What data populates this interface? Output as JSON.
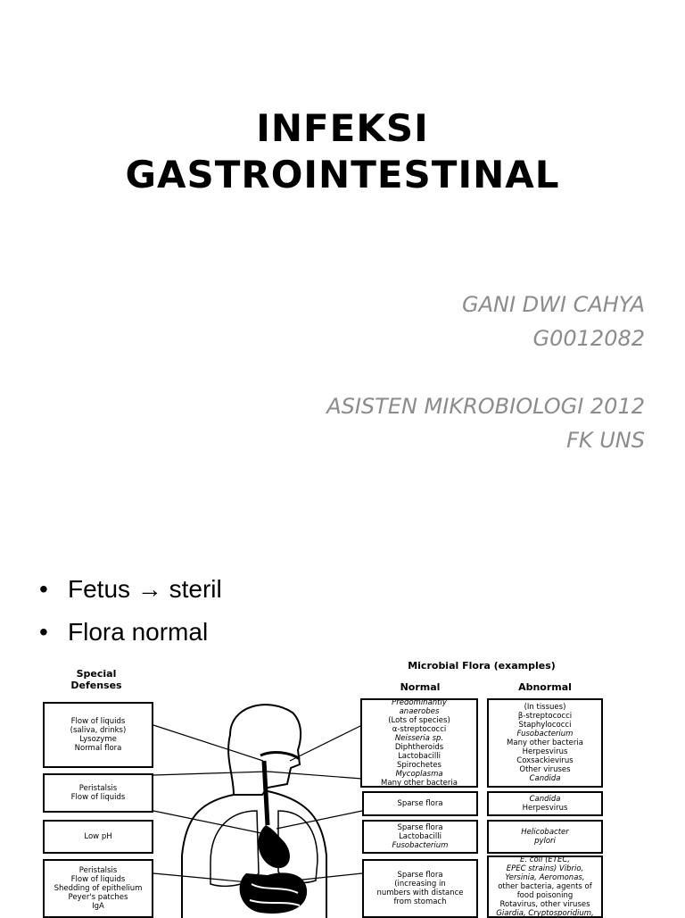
{
  "slide1": {
    "title_lines": [
      "INFEKSI",
      "GASTROINTESTINAL"
    ],
    "subtitle_lines": [
      "GANI DWI CAHYA",
      "G0012082",
      "ASISTEN MIKROBIOLOGI 2012",
      "FK UNS"
    ]
  },
  "slide2": {
    "bullets": [
      "Fetus → steril",
      "Flora normal"
    ],
    "figure": {
      "col_headers": {
        "defenses": [
          "Special",
          "Defenses"
        ],
        "flora": "Microbial Flora (examples)",
        "normal": "Normal",
        "abnormal": "Abnormal"
      },
      "defenses": [
        [
          "Flow of liquids",
          "(saliva, drinks)",
          "Lysozyme",
          "Normal flora"
        ],
        [
          "Peristalsis",
          "Flow of liquids"
        ],
        [
          "Low pH"
        ],
        [
          "Peristalsis",
          "Flow of liquids",
          "Shedding of epithelium",
          "Peyer's patches",
          "IgA"
        ]
      ],
      "normal": [
        [
          "Predominantly",
          "anaerobes",
          "(Lots of species)",
          "α-streptococci",
          "Neisseria sp.",
          "Diphtheroids",
          "Lactobacilli",
          "Spirochetes",
          "Mycoplasma",
          "Many other bacteria"
        ],
        [
          "Sparse flora"
        ],
        [
          "Sparse flora",
          "Lactobacilli",
          "Fusobacterium"
        ],
        [
          "Sparse flora",
          "(increasing in",
          "numbers with distance",
          "from stomach"
        ]
      ],
      "abnormal": [
        [
          "(In tissues)",
          "β-streptococci",
          "Staphylococci",
          "Fusobacterium",
          "Many other bacteria",
          "Herpesvirus",
          "Coxsackievirus",
          "Other viruses",
          "Candida"
        ],
        [
          "Candida",
          "Herpesvirus"
        ],
        [
          "Helicobacter",
          "pylori"
        ],
        [
          "E. coli (ETEC,",
          "EPEC strains) Vibrio,",
          "Yersinia, Aeromonas,",
          "other bacteria, agents of",
          "food poisoning",
          "Rotavirus, other viruses",
          "Giardia, Cryptosporidium,"
        ]
      ]
    }
  }
}
